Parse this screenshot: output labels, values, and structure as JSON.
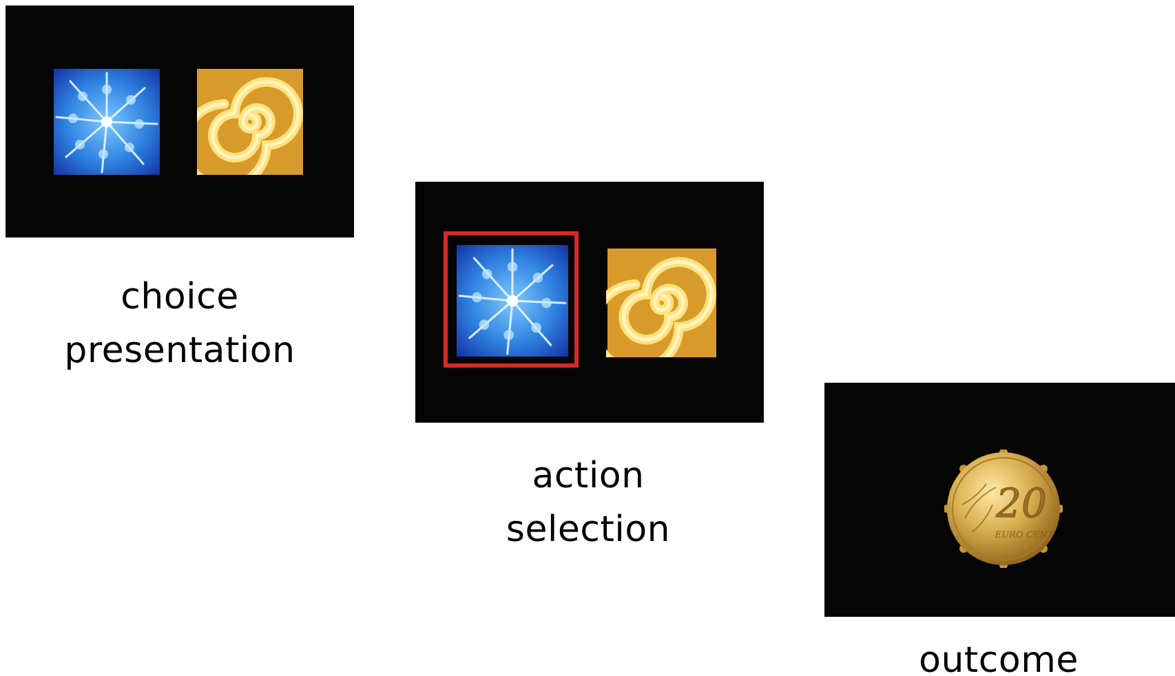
{
  "colors": {
    "screen_background": "#050505",
    "selection_frame": "#d62a25",
    "blue_stimulus": "#1f6fd8",
    "orange_stimulus": "#d99a2c",
    "coin_gold": "#d8ad4f"
  },
  "icons": {
    "blue_stimulus": "snowflake-fractal-icon",
    "orange_stimulus": "spiral-fractal-icon",
    "outcome": "20-cent-coin-icon"
  },
  "stages": [
    {
      "label": "choice\npresentation"
    },
    {
      "label": "action\nselection"
    },
    {
      "label": "outcome"
    }
  ],
  "coin": {
    "denomination": "20",
    "currency_text": "EURO CENT"
  }
}
